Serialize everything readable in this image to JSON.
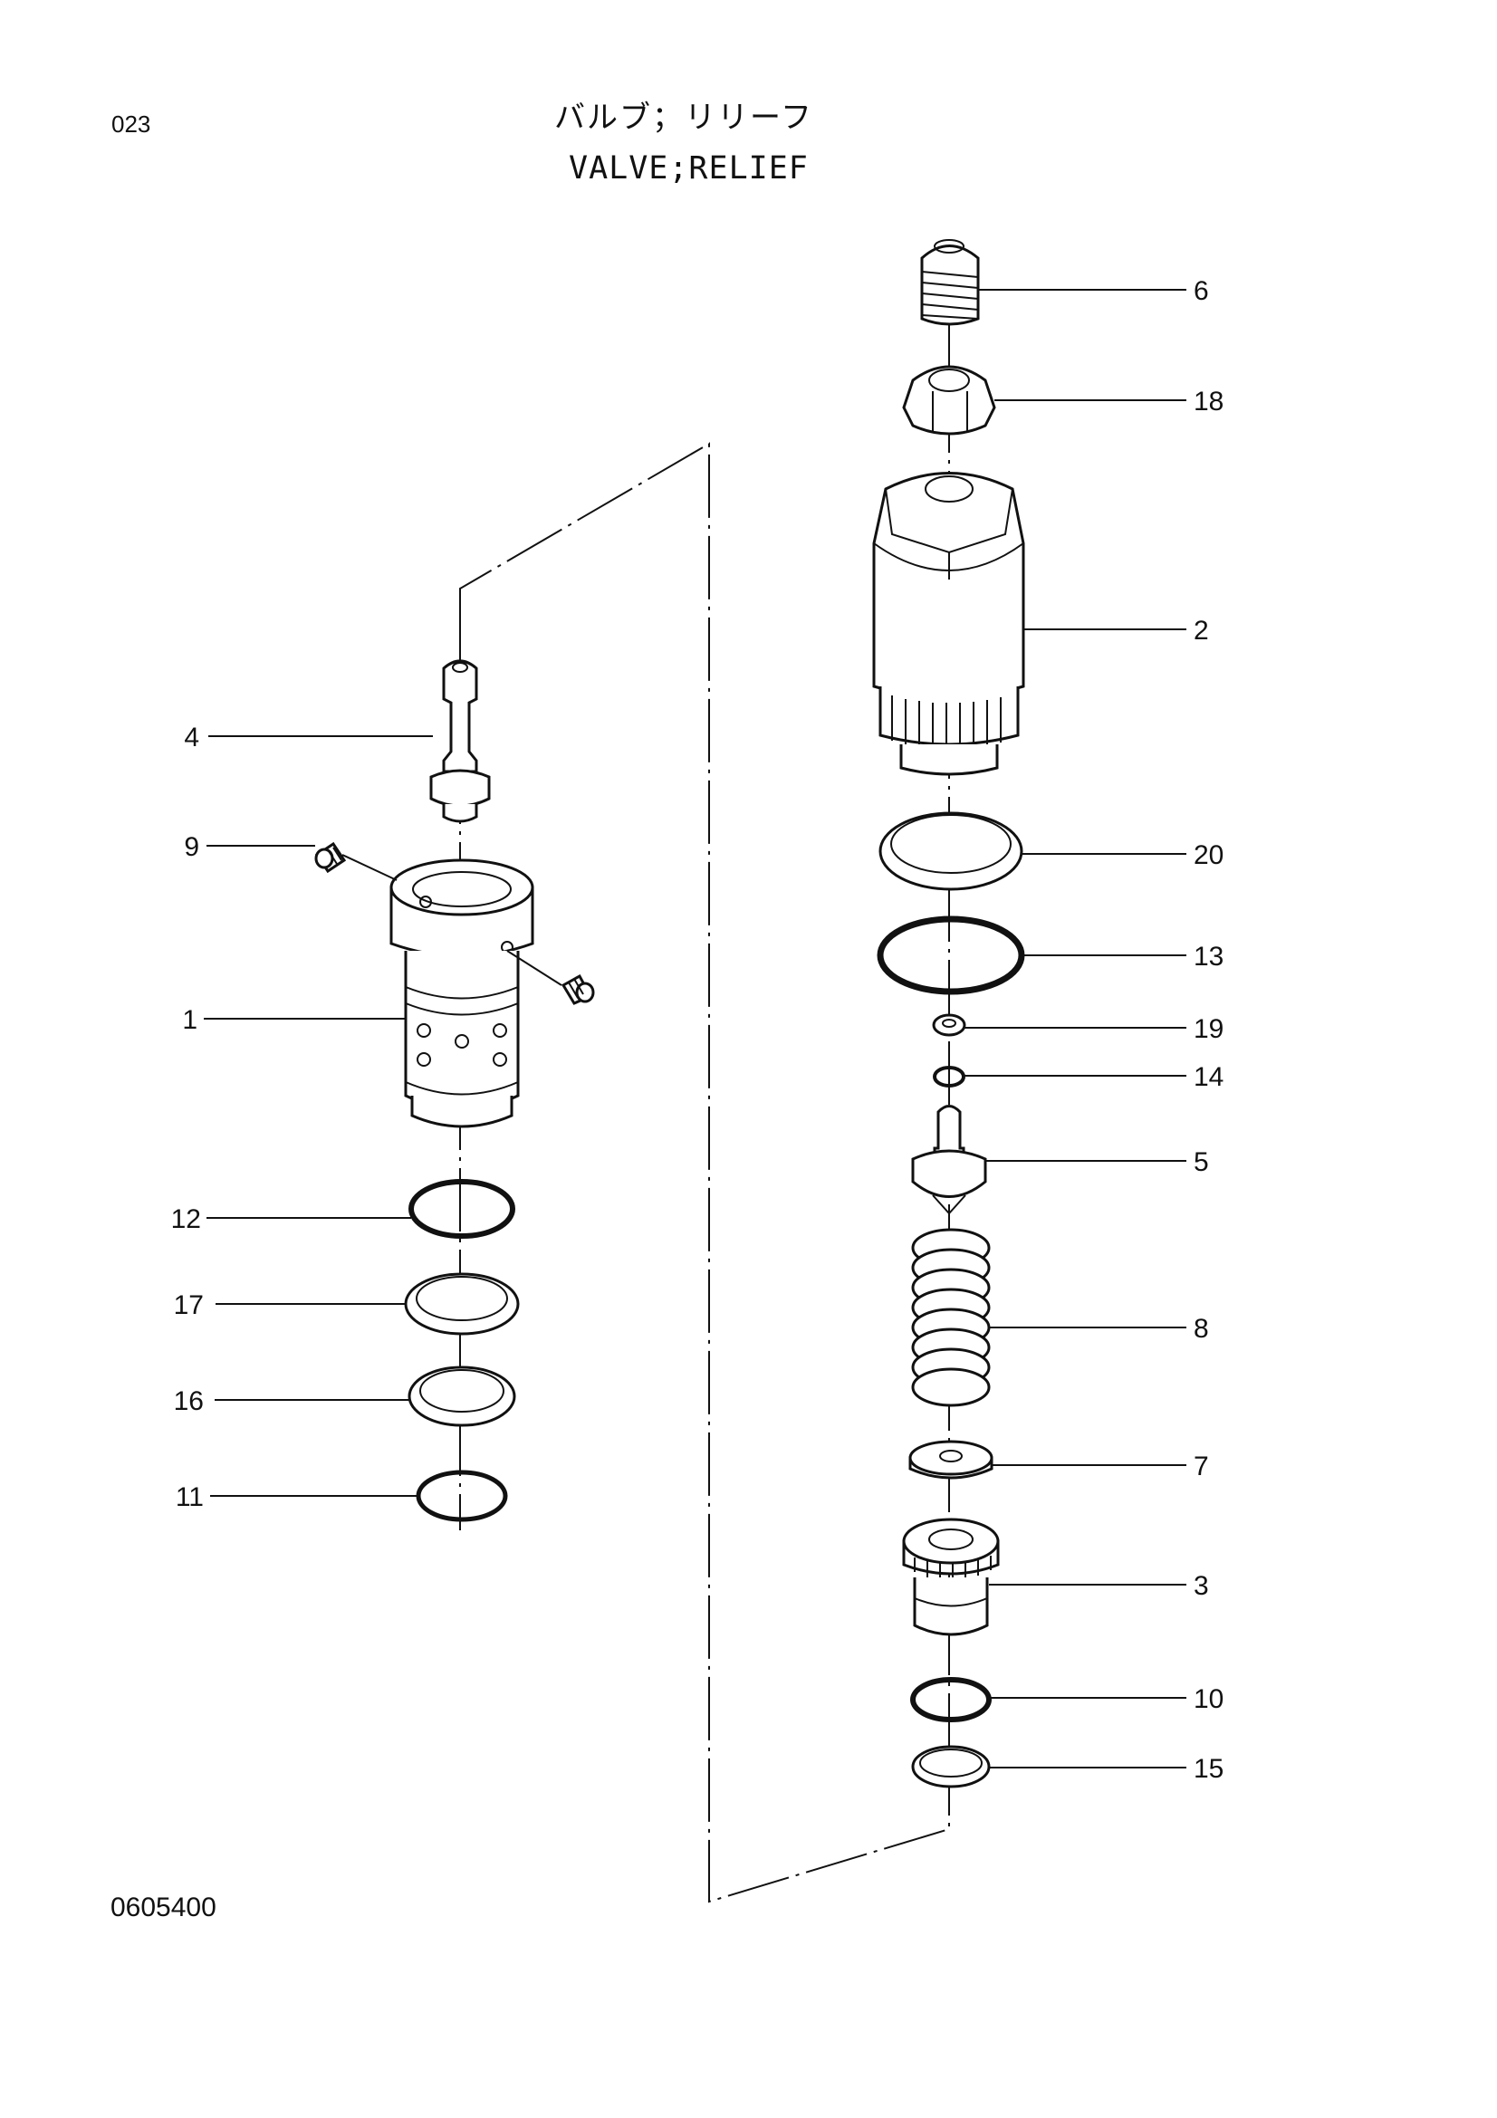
{
  "header": {
    "page_number": "023",
    "title_ja": "バルブ；リリーフ",
    "title_en": "VALVE;RELIEF"
  },
  "footer": {
    "drawing_code": "0605400"
  },
  "callouts": {
    "left": [
      "4",
      "9",
      "1",
      "12",
      "17",
      "16",
      "11"
    ],
    "right": [
      "6",
      "18",
      "2",
      "20",
      "13",
      "19",
      "14",
      "5",
      "8",
      "7",
      "3",
      "10",
      "15"
    ]
  }
}
